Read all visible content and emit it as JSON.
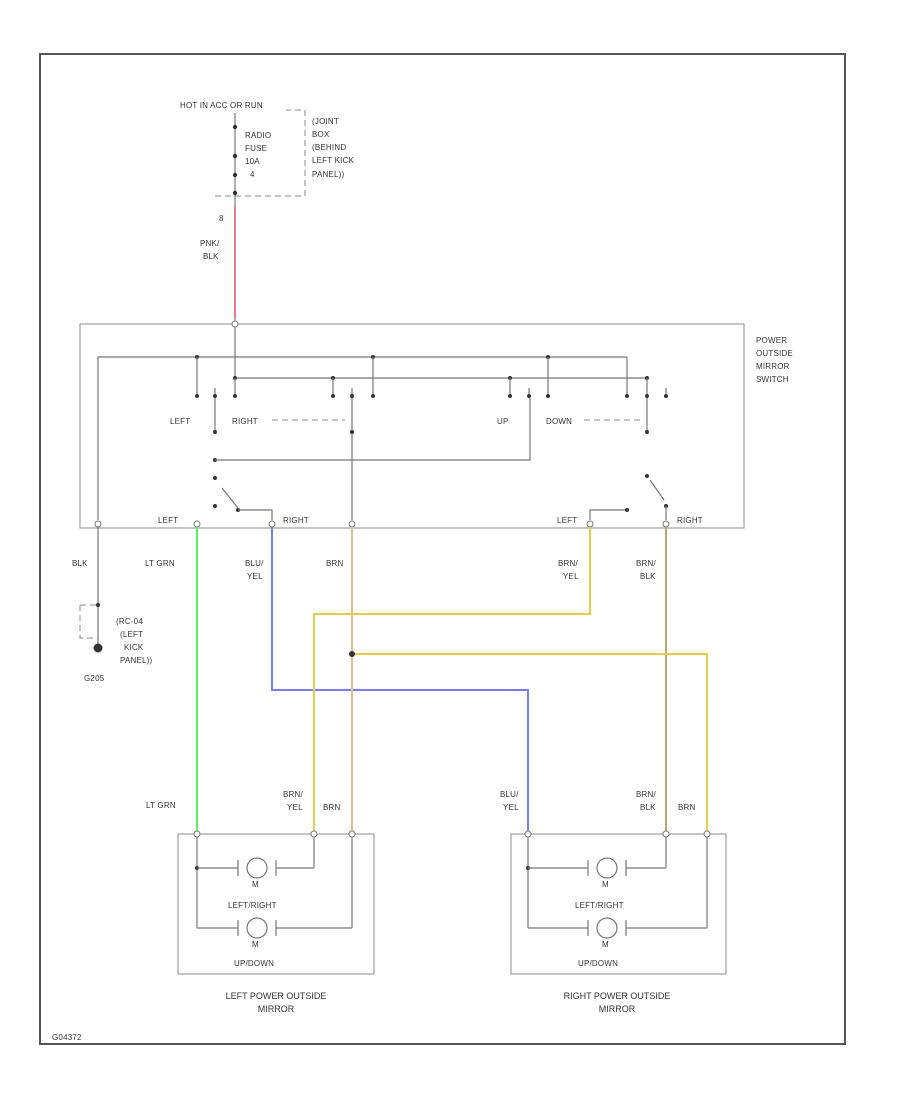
{
  "power": {
    "source": "HOT IN ACC OR RUN",
    "fuse": [
      "RADIO",
      "FUSE",
      "10A",
      "4"
    ],
    "panel": [
      "(JOINT",
      "BOX",
      "(BEHIND",
      "LEFT KICK",
      "PANEL))"
    ],
    "pin": "8",
    "wire": [
      "PNK/",
      "BLK"
    ]
  },
  "switch": {
    "title": [
      "POWER",
      "OUTSIDE",
      "MIRROR",
      "SWITCH"
    ],
    "left": "LEFT",
    "right": "RIGHT",
    "up": "UP",
    "down": "DOWN",
    "term_left1": "LEFT",
    "term_right1": "RIGHT",
    "term_left2": "LEFT",
    "term_right2": "RIGHT"
  },
  "wires_top": {
    "blk": "BLK",
    "ltgrn": "LT GRN",
    "bluyel": [
      "BLU/",
      "YEL"
    ],
    "brn": "BRN",
    "brnyel": [
      "BRN/",
      "YEL"
    ],
    "brnblk": [
      "BRN/",
      "BLK"
    ]
  },
  "ground": {
    "note": [
      "(RC-04",
      "(LEFT",
      "KICK",
      "PANEL))"
    ],
    "id": "G205"
  },
  "wires_bottom": {
    "ltgrn": "LT GRN",
    "brnyel": [
      "BRN/",
      "YEL"
    ],
    "brn1": "BRN",
    "bluyel": [
      "BLU/",
      "YEL"
    ],
    "brnblk": [
      "BRN/",
      "BLK"
    ],
    "brn2": "BRN"
  },
  "mirror_left": {
    "motor1": "M",
    "leftright": "LEFT/RIGHT",
    "motor2": "M",
    "updown": "UP/DOWN",
    "caption": [
      "LEFT POWER OUTSIDE",
      "MIRROR"
    ]
  },
  "mirror_right": {
    "motor1": "M",
    "leftright": "LEFT/RIGHT",
    "motor2": "M",
    "updown": "UP/DOWN",
    "caption": [
      "RIGHT POWER OUTSIDE",
      "MIRROR"
    ]
  },
  "figure_id": "G04372",
  "colors": {
    "pnk_blk": "#f07a8c",
    "lt_grn": "#5cf05c",
    "blu_yel": "#7c7ce8",
    "brn": "#ddc383",
    "brn_yel": "#e6cd4a",
    "brn_blk": "#b3aa76",
    "black_wire": "#777777"
  }
}
